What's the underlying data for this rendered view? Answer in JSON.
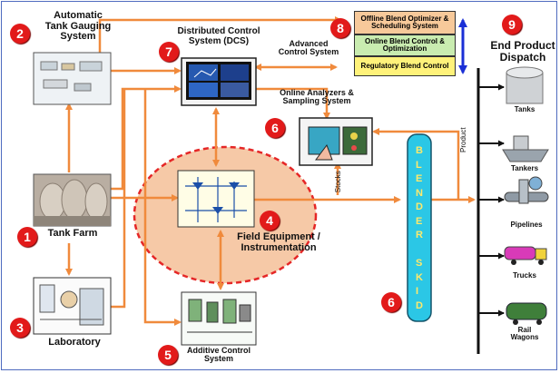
{
  "labels": {
    "atg": "Automatic\nTank Gauging\nSystem",
    "dcs": "Distributed Control\nSystem (DCS)",
    "acs": "Advanced\nControl System",
    "online_analyzers": "Online Analyzers &\nSampling System",
    "tank_farm": "Tank Farm",
    "laboratory": "Laboratory",
    "field_equipment": "Field Equipment /\nInstrumentation",
    "additive": "Additive Control\nSystem",
    "end_product": "End Product\nDispatch",
    "stocks": "Stocks",
    "product": "Product"
  },
  "blender_letters": [
    "B",
    "L",
    "E",
    "N",
    "D",
    "E",
    "R",
    " ",
    "S",
    "K",
    "I",
    "D"
  ],
  "control_levels": [
    {
      "text": "Offline Blend Optimizer &\nScheduling System",
      "color": "#f7c99a"
    },
    {
      "text": "Online Blend Control &\nOptimization",
      "color": "#c9ecb0"
    },
    {
      "text": "Regulatory Blend Control",
      "color": "#fff27a"
    }
  ],
  "numbers": {
    "n1": "1",
    "n2": "2",
    "n3": "3",
    "n4": "4",
    "n5": "5",
    "n6a": "6",
    "n6b": "6",
    "n7": "7",
    "n8": "8",
    "n9": "9"
  },
  "dispatch": [
    {
      "label": "Tanks"
    },
    {
      "label": "Tankers"
    },
    {
      "label": "Pipelines"
    },
    {
      "label": "Trucks"
    },
    {
      "label": "Rail\nWagons"
    }
  ],
  "colors": {
    "arrow": "#f08a3c",
    "badge": "#e21a1a",
    "blender": "#2bc7e6",
    "field_ellipse": "#f6c9a7",
    "ellipse_border": "#e52727",
    "level_arrow": "#1a2fd6"
  }
}
